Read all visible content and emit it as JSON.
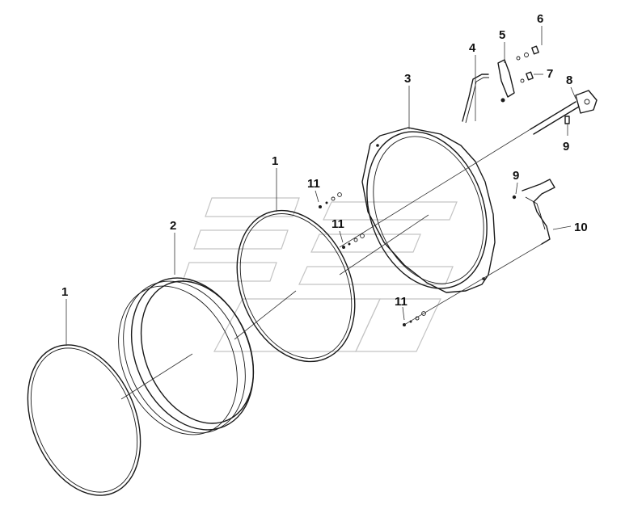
{
  "callouts": {
    "c1_left": "1",
    "c1_mid": "1",
    "c2": "2",
    "c3": "3",
    "c4": "4",
    "c5": "5",
    "c6": "6",
    "c7": "7",
    "c8": "8",
    "c9_upper": "9",
    "c9_lower": "9",
    "c10": "10",
    "c11_a": "11",
    "c11_b": "11",
    "c11_c": "11"
  },
  "colors": {
    "line": "#1a1a1a",
    "watermark": "#c4c4c4",
    "background": "#ffffff"
  }
}
